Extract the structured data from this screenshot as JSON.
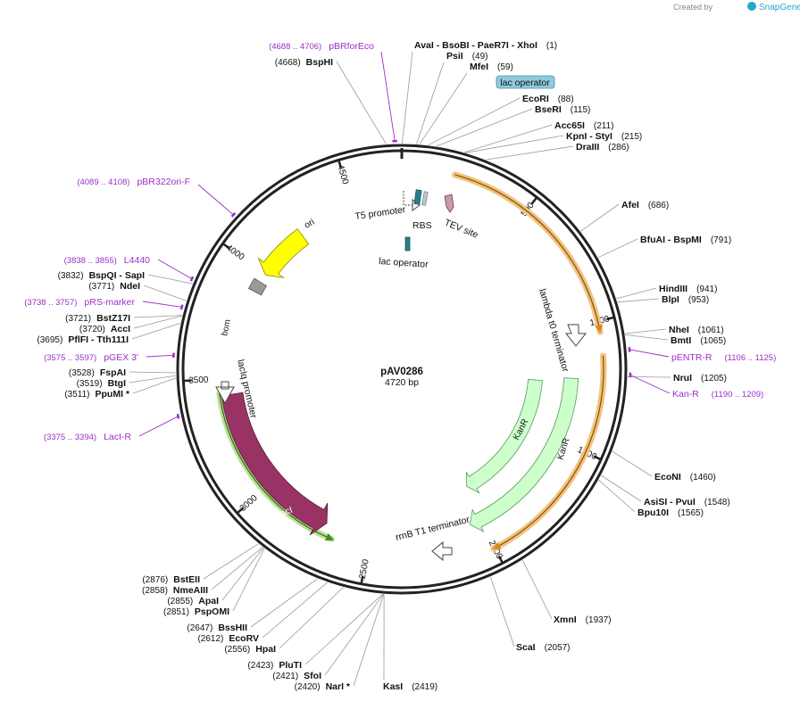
{
  "map": {
    "name": "pAV0286",
    "length_label": "4720 bp",
    "length": 4720
  },
  "branding": {
    "created_by": "Created by",
    "product": "SnapGene"
  },
  "ruler": [
    {
      "label": "500",
      "bp": 500
    },
    {
      "label": "1000",
      "bp": 1000
    },
    {
      "label": "1500",
      "bp": 1500
    },
    {
      "label": "2000",
      "bp": 2000
    },
    {
      "label": "2500",
      "bp": 2500
    },
    {
      "label": "3000",
      "bp": 3000
    },
    {
      "label": "3500",
      "bp": 3500
    },
    {
      "label": "4000",
      "bp": 4000
    },
    {
      "label": "4500",
      "bp": 4500
    }
  ],
  "sites": [
    {
      "names": "AvaI   - BsoBI   - PaeR7I   - XhoI",
      "pos": "(1)",
      "bp": 1
    },
    {
      "names": "PsiI",
      "pos": "(49)",
      "bp": 49
    },
    {
      "names": "MfeI",
      "pos": "(59)",
      "bp": 59
    },
    {
      "names": "EcoRI",
      "pos": "(88)",
      "bp": 88
    },
    {
      "names": "BseRI",
      "pos": "(115)",
      "bp": 115
    },
    {
      "names": "Acc65I",
      "pos": "(211)",
      "bp": 211
    },
    {
      "names": "KpnI   - StyI",
      "pos": "(215)",
      "bp": 215
    },
    {
      "names": "DraIII",
      "pos": "(286)",
      "bp": 286
    },
    {
      "names": "AfeI",
      "pos": "(686)",
      "bp": 686
    },
    {
      "names": "BfuAI   - BspMI",
      "pos": "(791)",
      "bp": 791
    },
    {
      "names": "HindIII",
      "pos": "(941)",
      "bp": 941
    },
    {
      "names": "BlpI",
      "pos": "(953)",
      "bp": 953
    },
    {
      "names": "NheI",
      "pos": "(1061)",
      "bp": 1061
    },
    {
      "names": "BmtI",
      "pos": "(1065)",
      "bp": 1065
    },
    {
      "names": "NruI",
      "pos": "(1205)",
      "bp": 1205
    },
    {
      "names": "EcoNI",
      "pos": "(1460)",
      "bp": 1460
    },
    {
      "names": "AsiSI   - PvuI",
      "pos": "(1548)",
      "bp": 1548
    },
    {
      "names": "Bpu10I",
      "pos": "(1565)",
      "bp": 1565
    },
    {
      "names": "XmnI",
      "pos": "(1937)",
      "bp": 1937
    },
    {
      "names": "ScaI",
      "pos": "(2057)",
      "bp": 2057
    },
    {
      "names": "KasI",
      "pos": "(2419)",
      "bp": 2419
    },
    {
      "names": "NarI *",
      "pos": "(2420)",
      "bp": 2420
    },
    {
      "names": "SfoI",
      "pos": "(2421)",
      "bp": 2421
    },
    {
      "names": "PluTI",
      "pos": "(2423)",
      "bp": 2423
    },
    {
      "names": "HpaI",
      "pos": "(2556)",
      "bp": 2556
    },
    {
      "names": "EcoRV",
      "pos": "(2612)",
      "bp": 2612
    },
    {
      "names": "BssHII",
      "pos": "(2647)",
      "bp": 2647
    },
    {
      "names": "PspOMI",
      "pos": "(2851)",
      "bp": 2851
    },
    {
      "names": "ApaI",
      "pos": "(2855)",
      "bp": 2855
    },
    {
      "names": "NmeAIII",
      "pos": "(2858)",
      "bp": 2858
    },
    {
      "names": "BstEII",
      "pos": "(2876)",
      "bp": 2876
    },
    {
      "names": "PpuMI *",
      "pos": "(3511)",
      "bp": 3511
    },
    {
      "names": "BtgI",
      "pos": "(3519)",
      "bp": 3519
    },
    {
      "names": "FspAI",
      "pos": "(3528)",
      "bp": 3528
    },
    {
      "names": "PflFI   - Tth111I",
      "pos": "(3695)",
      "bp": 3695
    },
    {
      "names": "AccI",
      "pos": "(3720)",
      "bp": 3720
    },
    {
      "names": "BstZ17I",
      "pos": "(3721)",
      "bp": 3721
    },
    {
      "names": "NdeI",
      "pos": "(3771)",
      "bp": 3771
    },
    {
      "names": "BspQI   - SapI",
      "pos": "(3832)",
      "bp": 3832
    },
    {
      "names": "BspHI",
      "pos": "(4668)",
      "bp": 4668
    }
  ],
  "primers": [
    {
      "name": "pBRforEco",
      "range": "(4688 .. 4706)"
    },
    {
      "name": "pBR322ori-F",
      "range": "(4089 .. 4108)"
    },
    {
      "name": "L4440",
      "range": "(3838 .. 3855)"
    },
    {
      "name": "pRS-marker",
      "range": "(3738 .. 3757)"
    },
    {
      "name": "pGEX 3'",
      "range": "(3575 .. 3597)"
    },
    {
      "name": "LacI-R",
      "range": "(3375 .. 3394)"
    },
    {
      "name": "pENTR-R",
      "range": "(1106 .. 1125)"
    },
    {
      "name": "Kan-R",
      "range": "(1190 .. 1209)"
    }
  ],
  "features": {
    "lac_operator_box": "lac operator",
    "t5_promoter": "T5 promoter",
    "rbs": "RBS",
    "tev_site": "TEV site",
    "lac_operator": "lac operator",
    "lambda_t0": "lambda t0 terminator",
    "kanr_inner": "KanR",
    "kanr_outer": "KanR",
    "rrnb_t1": "rrnB T1 terminator",
    "laci": "lacI",
    "laciq_promoter": "lacIq promoter",
    "bom": "bom",
    "ori": "ori"
  },
  "colors": {
    "backbone": "#222222",
    "primer": "#9b30c8",
    "ori": "#ffff00",
    "laci": "#993366",
    "kanr": "#ccffcc",
    "bom": "#999999",
    "lac_operator_box": "#8ecbdc",
    "orf_highlight": "#f3c27e",
    "laci_highlight": "#b8e29a"
  }
}
